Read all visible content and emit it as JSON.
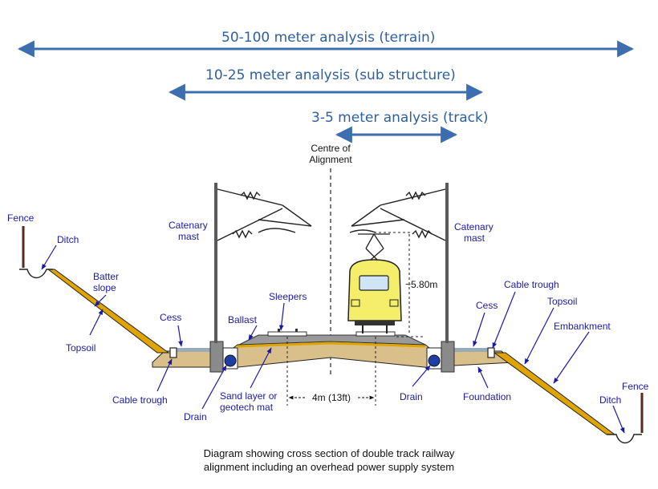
{
  "ranges": {
    "terrain": "50-100 meter analysis (terrain)",
    "sub_structure": "10-25 meter analysis (sub structure)",
    "track": "3-5 meter analysis (track)"
  },
  "labels": {
    "centre_line1": "Centre of",
    "centre_line2": "Alignment",
    "fence_left": "Fence",
    "ditch_left": "Ditch",
    "batter_line1": "Batter",
    "batter_line2": "slope",
    "cess_left": "Cess",
    "topsoil_left": "Topsoil",
    "cable_trough_left": "Cable trough",
    "drain_left": "Drain",
    "catenary_left_line1": "Catenary",
    "catenary_left_line2": "mast",
    "sleepers": "Sleepers",
    "ballast": "Ballast",
    "sand_line1": "Sand layer or",
    "sand_line2": "geotech mat",
    "track_gap": "4m (13ft)",
    "height": "~5.80m",
    "catenary_right_line1": "Catenary",
    "catenary_right_line2": "mast",
    "cable_trough_right": "Cable trough",
    "cess_right": "Cess",
    "topsoil_right": "Topsoil",
    "embankment": "Embankment",
    "drain_right": "Drain",
    "foundation": "Foundation",
    "fence_right": "Fence",
    "ditch_right": "Ditch"
  },
  "caption": {
    "line1": "Diagram showing cross section of double track railway",
    "line2": "alignment including an overhead power supply system"
  },
  "colors": {
    "range_arrow": "#3d6fb0",
    "label": "#1a1aa6",
    "soil": "#d9c08a",
    "topsoil": "#e0a400",
    "train": "#f4ee6a",
    "mast": "#5a5a5a"
  }
}
